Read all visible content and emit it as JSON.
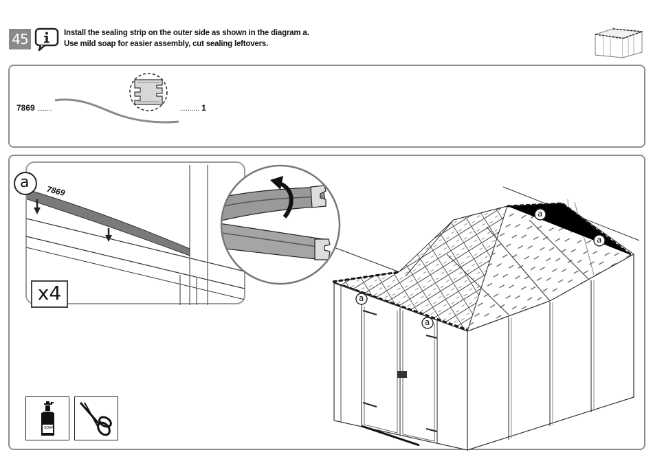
{
  "step": {
    "number": "45"
  },
  "instructions": {
    "line1": "Install the sealing strip on the outer side as shown in the diagram a.",
    "line2": "Use mild soap for easier assembly, cut sealing leftovers."
  },
  "parts": {
    "code": "7869",
    "code_dots": "........",
    "qty_dots": "..........",
    "quantity": "1"
  },
  "detail": {
    "marker": "a",
    "strip_code": "7869",
    "multiplier": "x4"
  },
  "callout_marker": "a",
  "tools": [
    {
      "icon": "soap-bottle-icon",
      "label": "SOAP"
    },
    {
      "icon": "scissors-icon"
    }
  ],
  "icons": [
    "info-icon",
    "shed-thumbnail-icon",
    "rotate-arrow-icon",
    "soap-bottle-icon",
    "scissors-icon"
  ]
}
